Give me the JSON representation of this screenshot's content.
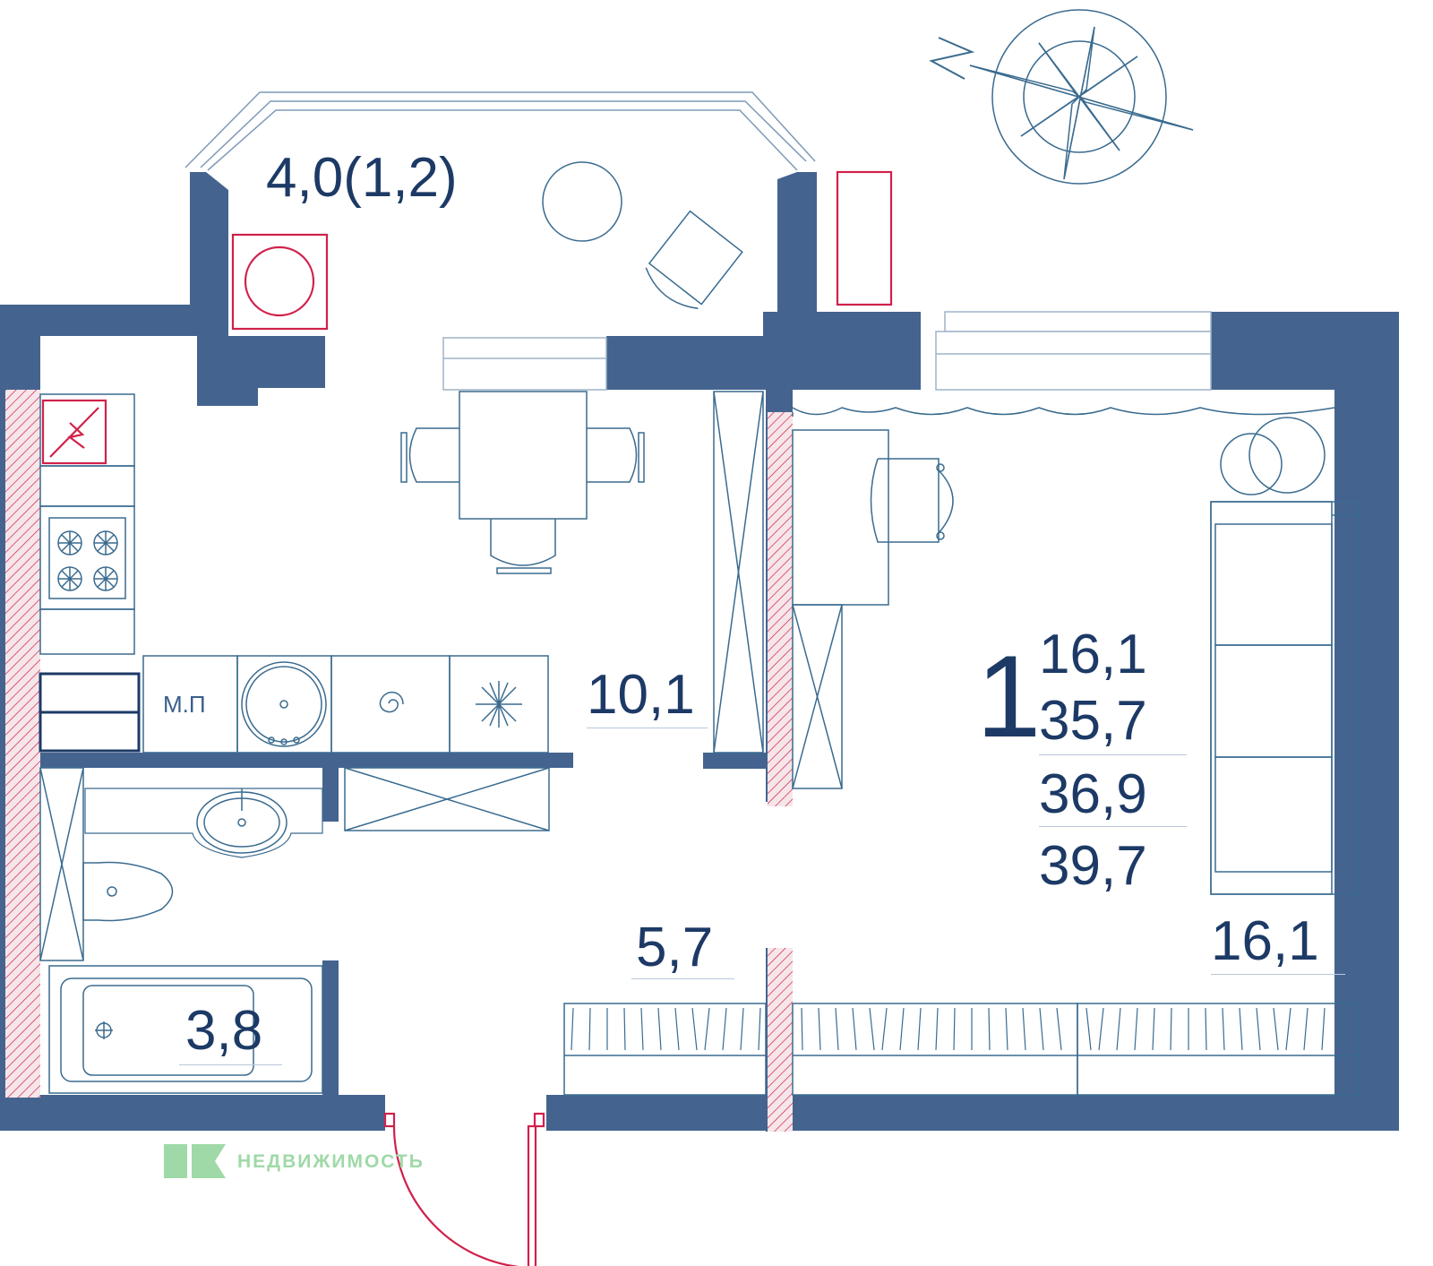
{
  "colors": {
    "wall": "#44648f",
    "line": "#3a6b8f",
    "accent": "#d0214a",
    "text": "#1d3a66",
    "brand": "#9fd9a7"
  },
  "rooms": {
    "balcony": "4,0(1,2)",
    "kitchen": "10,1",
    "hallway": "5,7",
    "bathroom": "3,8",
    "living": "16,1"
  },
  "summary": {
    "rooms_count": "1",
    "living_area": "16,1",
    "total_area": "35,7",
    "area_with_balcony_coef": "36,9",
    "area_with_balcony_full": "39,7"
  },
  "labels": {
    "washing_machine": "М.П"
  },
  "brand": {
    "name": "НЕДВИЖИМОСТЬ",
    "logo": "flag-logo-icon"
  },
  "icons": {
    "compass": "compass-rose-icon",
    "north": "north-arrow-icon"
  }
}
